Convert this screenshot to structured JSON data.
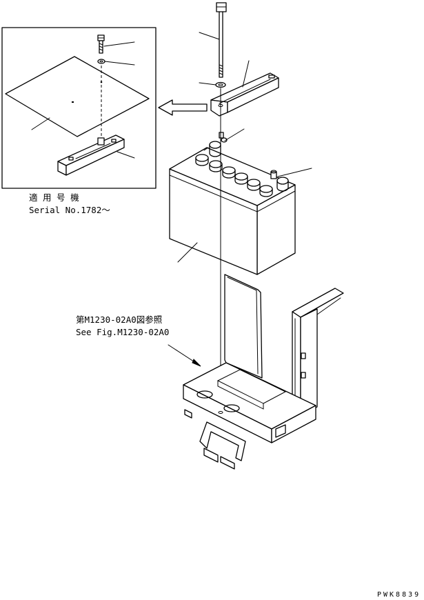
{
  "inset": {
    "applicable_label": "適 用 号 機",
    "serial_label": "Serial No.1782～"
  },
  "reference": {
    "japanese": "第M1230-02A0図参照",
    "english": "See Fig.M1230-02A0"
  },
  "drawing_code": "PWK8839"
}
